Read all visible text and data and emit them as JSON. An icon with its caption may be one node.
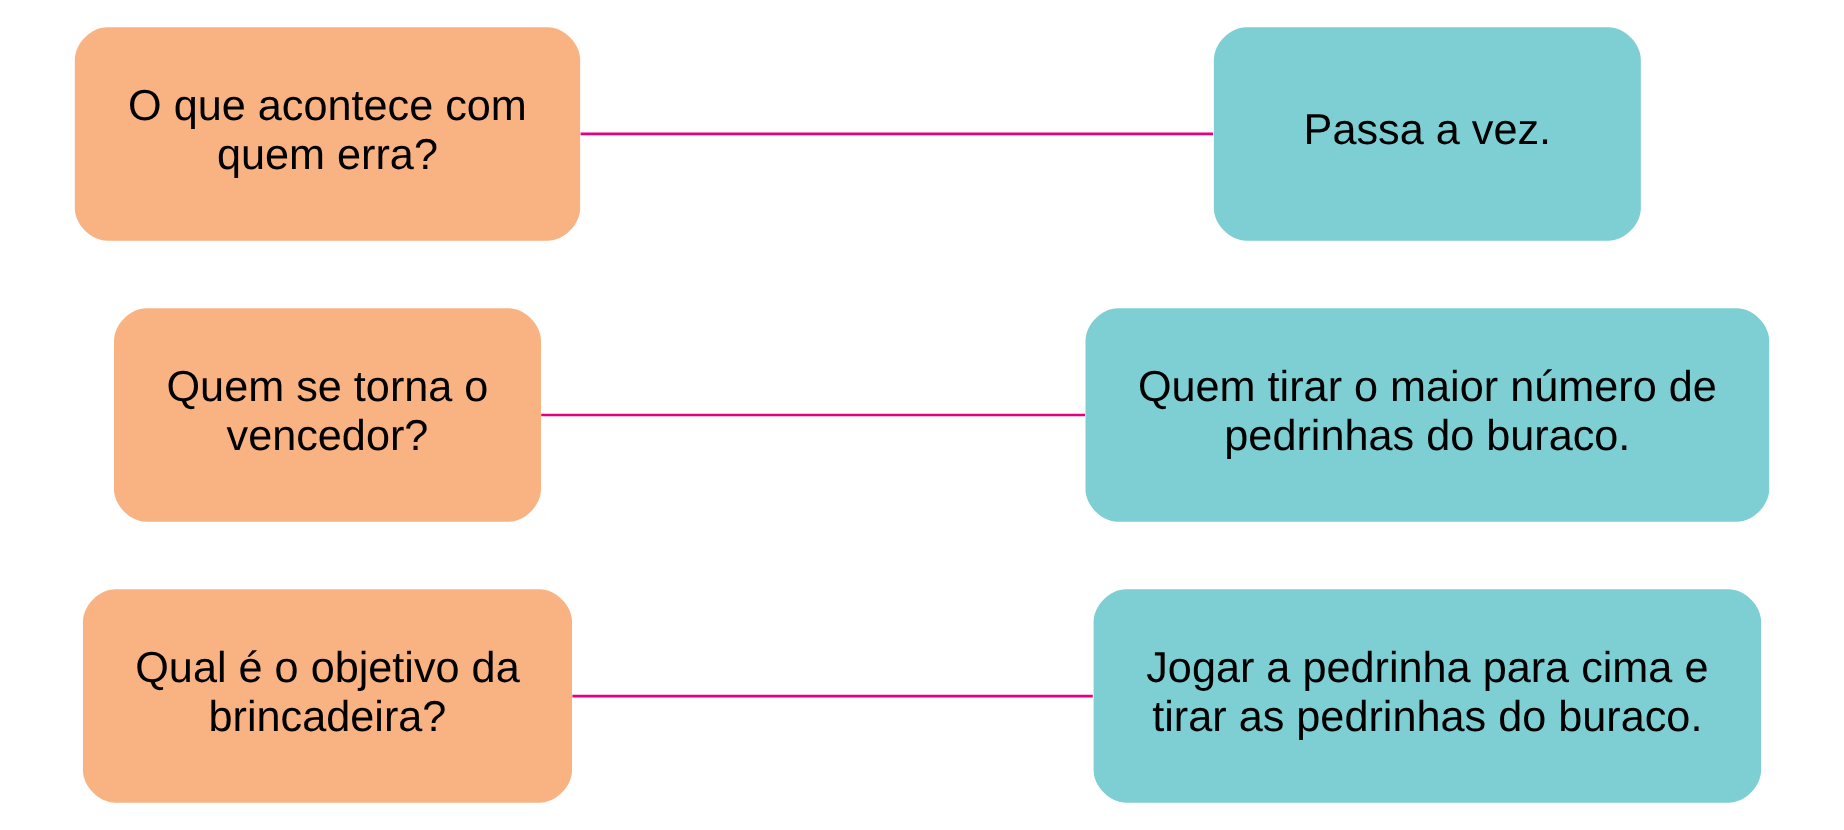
{
  "diagram": {
    "nodes": [
      {
        "text": [
          "Qual é o objetivo da brincadeira?"
        ]
      },
      {
        "text": [
          "Quem se torna o vencedor?"
        ]
      },
      {
        "text": [
          "O que acontece com quem erra?"
        ]
      },
      {
        "text": [
          "Quem tirar o maior número de pedrinhas do buraco."
        ]
      },
      {
        "text": [
          "Passa a vez."
        ]
      },
      {
        "text": [
          "Jogar a pedrinha para cima e tirar as pedrinhas do buraco."
        ]
      }
    ],
    "edges": [
      {
        "from": 0,
        "to": 5,
        "arrow": "none"
      },
      {
        "from": 1,
        "to": 3,
        "arrow": "none"
      },
      {
        "from": 2,
        "to": 4,
        "arrow": "none"
      }
    ]
  }
}
